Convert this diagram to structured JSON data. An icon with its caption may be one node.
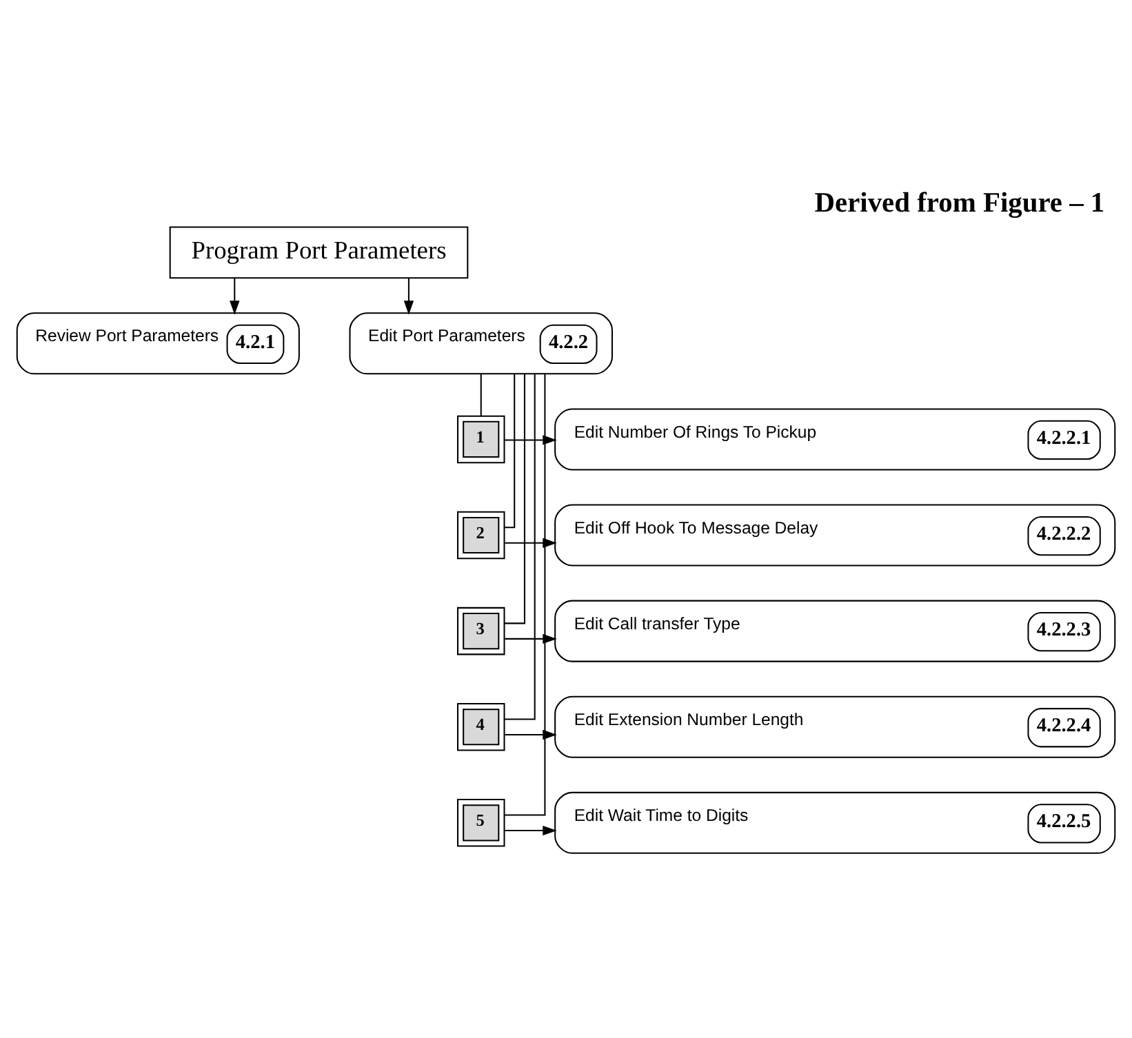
{
  "diagram": {
    "title": "Derived from Figure – 1",
    "nodes": [
      {
        "text": [
          "Program Port Parameters"
        ]
      },
      {
        "text": [
          "Review Port Parameters",
          "4.2.1"
        ]
      },
      {
        "text": [
          "Edit Port Parameters",
          "4.2.2"
        ]
      },
      {
        "text": [
          "1"
        ]
      },
      {
        "text": [
          "Edit Number Of Rings To Pickup",
          "4.2.2.1"
        ]
      },
      {
        "text": [
          "2"
        ]
      },
      {
        "text": [
          "Edit Off Hook To Message Delay",
          "4.2.2.2"
        ]
      },
      {
        "text": [
          "3"
        ]
      },
      {
        "text": [
          "Edit Call transfer Type",
          "4.2.2.3"
        ]
      },
      {
        "text": [
          "4"
        ]
      },
      {
        "text": [
          "Edit Extension Number Length",
          "4.2.2.4"
        ]
      },
      {
        "text": [
          "5"
        ]
      },
      {
        "text": [
          "Edit Wait Time to Digits",
          "4.2.2.5"
        ]
      }
    ],
    "edges": [
      {
        "from": 0,
        "to": 1,
        "arrow": "to"
      },
      {
        "from": 0,
        "to": 2,
        "arrow": "to"
      },
      {
        "from": 2,
        "to": 3,
        "arrow": "none"
      },
      {
        "from": 2,
        "to": 5,
        "arrow": "none"
      },
      {
        "from": 2,
        "to": 7,
        "arrow": "none"
      },
      {
        "from": 2,
        "to": 9,
        "arrow": "none"
      },
      {
        "from": 2,
        "to": 11,
        "arrow": "none"
      },
      {
        "from": 3,
        "to": 4,
        "arrow": "to"
      },
      {
        "from": 5,
        "to": 6,
        "arrow": "to"
      },
      {
        "from": 7,
        "to": 8,
        "arrow": "to"
      },
      {
        "from": 9,
        "to": 10,
        "arrow": "to"
      },
      {
        "from": 11,
        "to": 12,
        "arrow": "to"
      }
    ]
  }
}
